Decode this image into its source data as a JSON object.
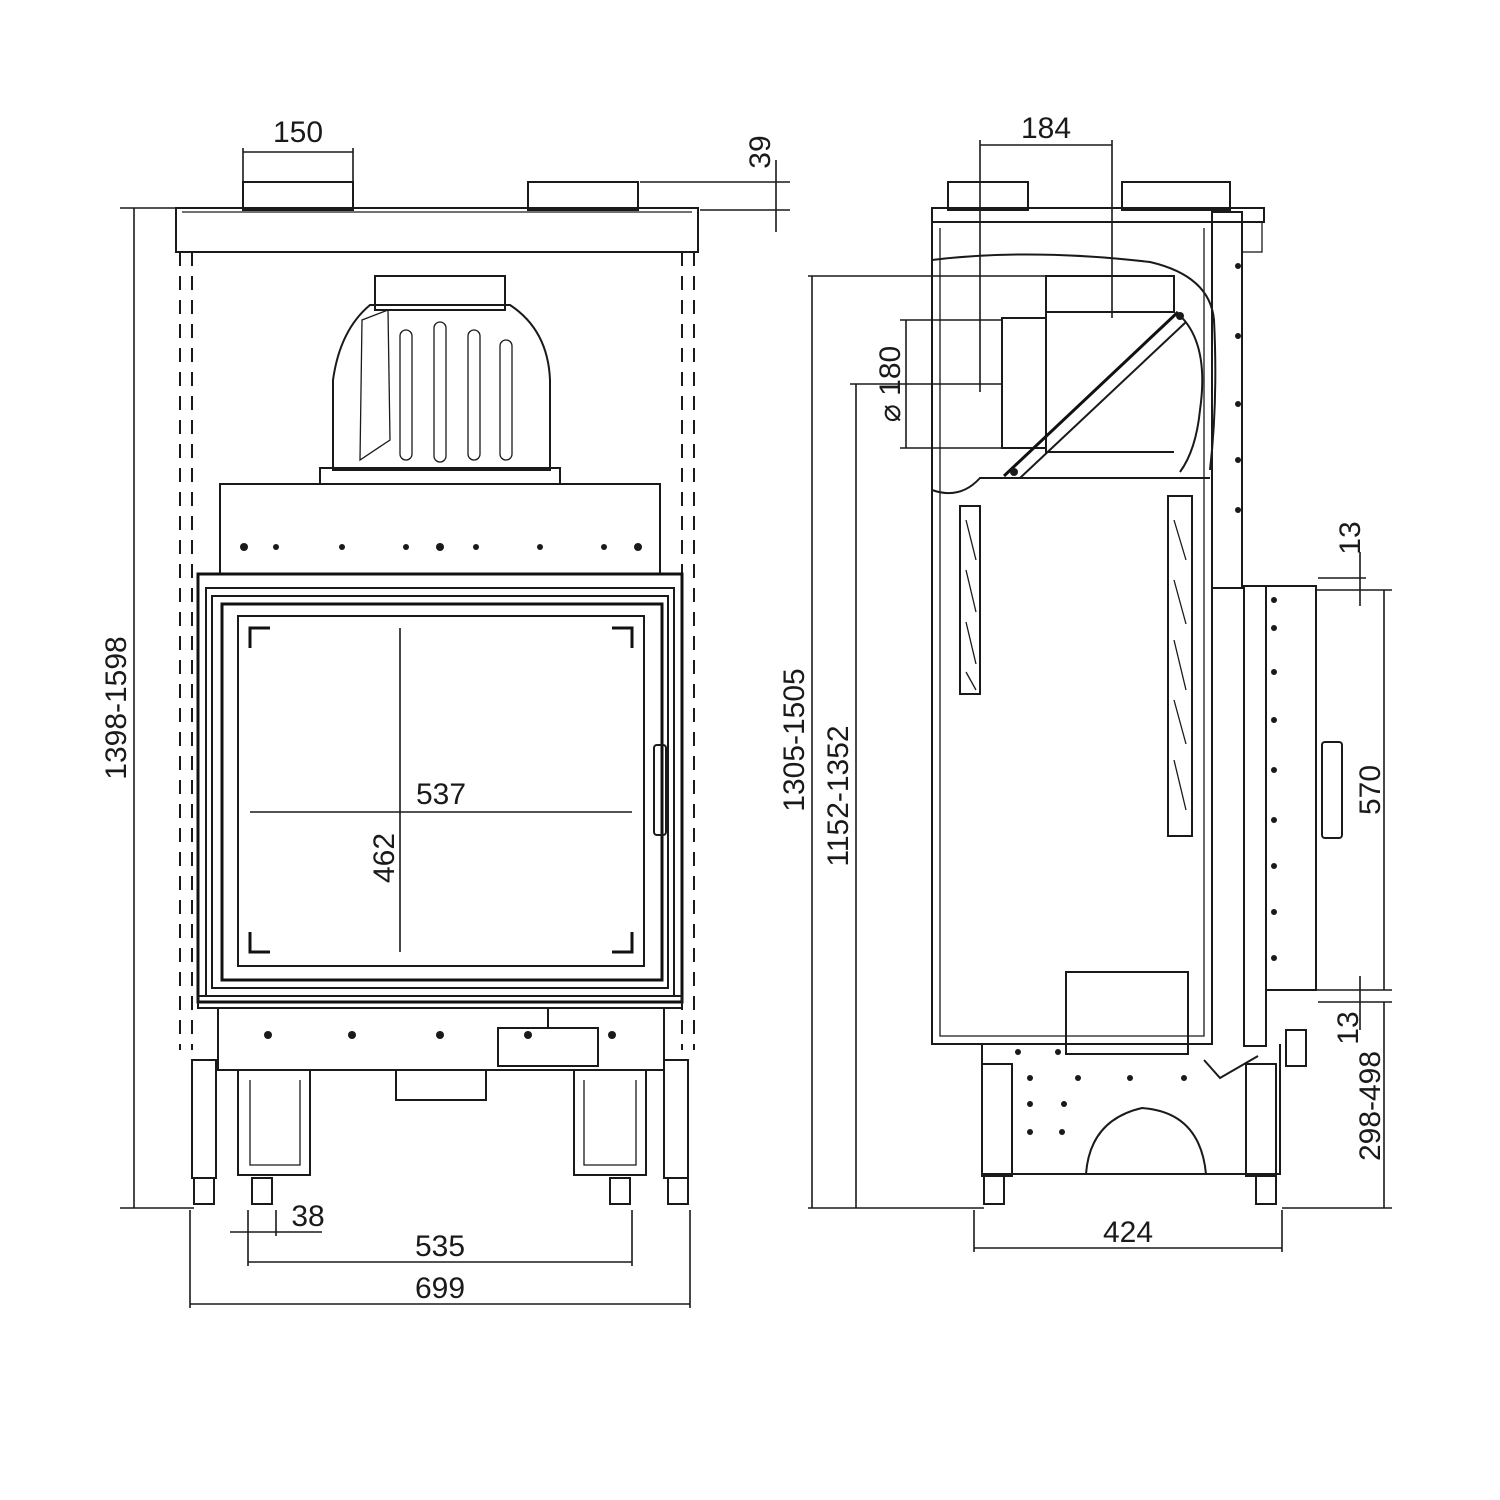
{
  "front_view": {
    "dim_flue_width": "150",
    "dim_top_offset": "39",
    "dim_total_height": "1398-1598",
    "dim_glass_width": "537",
    "dim_glass_height": "462",
    "dim_foot_width": "38",
    "dim_foot_spacing": "535",
    "dim_total_width": "699"
  },
  "side_view": {
    "dim_flue_offset": "184",
    "dim_flue_diameter": "⌀ 180",
    "dim_outlet_height": "1305-1505",
    "dim_flue_center_height": "1152-1352",
    "dim_door_gap_top": "13",
    "dim_door_height": "570",
    "dim_door_gap_bottom": "13",
    "dim_door_base_height": "298-498",
    "dim_depth": "424"
  }
}
